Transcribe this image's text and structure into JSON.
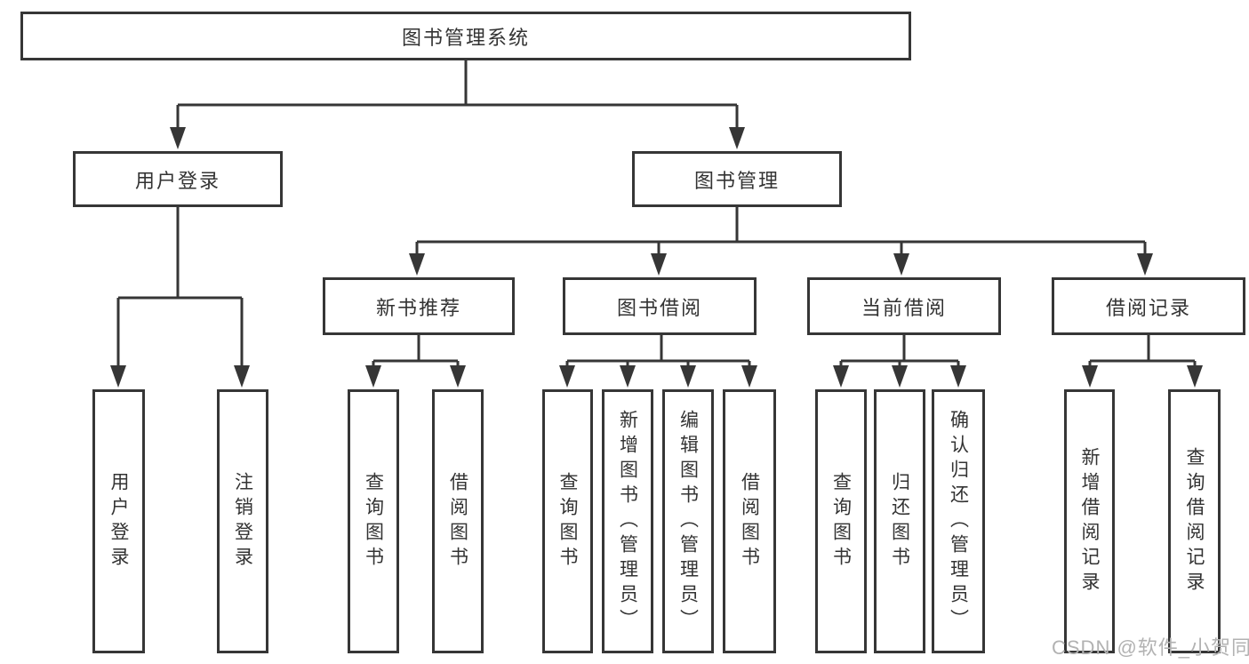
{
  "diagram": {
    "title": "图书管理系统",
    "type": "hierarchy-tree",
    "watermark": "CSDN @软件_小贺同学",
    "colors": {
      "line": "#363636",
      "box_border": "#363636",
      "text": "#333333",
      "watermark": "#b2b2b2",
      "background": "#ffffff"
    }
  },
  "nodes": {
    "root": "图书管理系统",
    "user_login": "用户登录",
    "book_mgmt": "图书管理",
    "new_book_rec": "新书推荐",
    "book_borrow": "图书借阅",
    "current_borrow": "当前借阅",
    "borrow_records": "借阅记录",
    "ul_login": "用户登录",
    "ul_logout": "注销登录",
    "nbr_query": "查询图书",
    "nbr_borrow": "借阅图书",
    "bb_query": "查询图书",
    "bb_add": "新增图书（管理员）",
    "bb_edit": "编辑图书（管理员）",
    "bb_borrow": "借阅图书",
    "cb_query": "查询图书",
    "cb_return": "归还图书",
    "cb_confirm": "确认归还（管理员）",
    "br_add": "新增借阅记录",
    "br_query": "查询借阅记录"
  },
  "hierarchy": {
    "图书管理系统": {
      "用户登录": [
        "用户登录",
        "注销登录"
      ],
      "图书管理": {
        "新书推荐": [
          "查询图书",
          "借阅图书"
        ],
        "图书借阅": [
          "查询图书",
          "新增图书（管理员）",
          "编辑图书（管理员）",
          "借阅图书"
        ],
        "当前借阅": [
          "查询图书",
          "归还图书",
          "确认归还（管理员）"
        ],
        "借阅记录": [
          "新增借阅记录",
          "查询借阅记录"
        ]
      }
    }
  }
}
